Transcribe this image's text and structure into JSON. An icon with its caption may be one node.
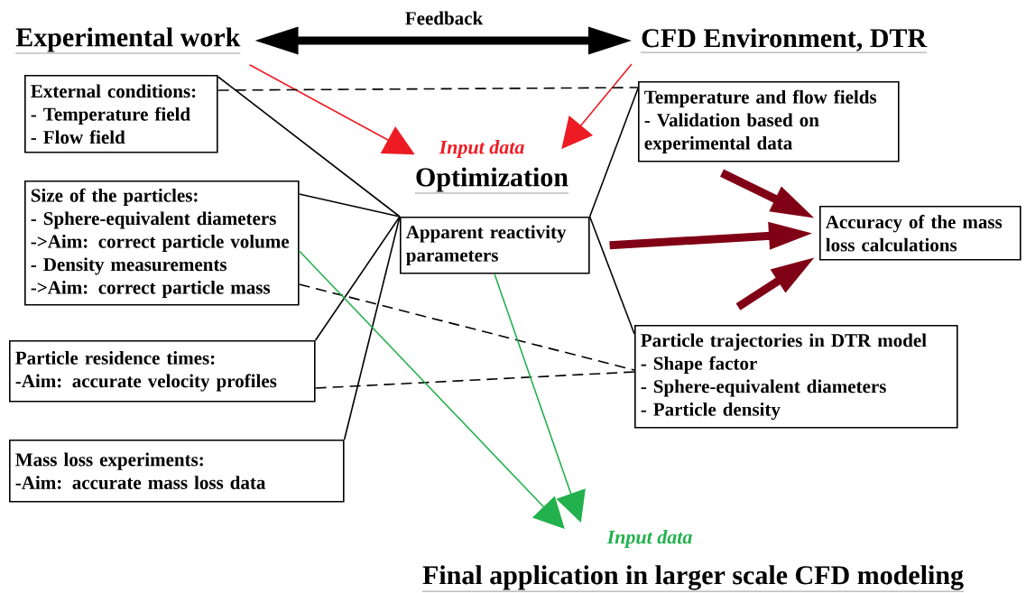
{
  "diagram": {
    "nodes": [
      {
        "text": [
          "Experimental work"
        ]
      },
      {
        "text": [
          "CFD Environment, DTR"
        ]
      },
      {
        "text": [
          "External conditions:",
          "- Temperature field",
          "- Flow field"
        ]
      },
      {
        "text": [
          "Size of the particles:",
          "- Sphere-equivalent diameters",
          "->Aim: correct particle volume",
          "- Density measurements",
          "->Aim: correct particle mass"
        ]
      },
      {
        "text": [
          "Particle residence times:",
          "-Aim: accurate velocity profiles"
        ]
      },
      {
        "text": [
          "Mass loss experiments:",
          "-Aim: accurate mass loss data"
        ]
      },
      {
        "text": [
          "Optimization",
          "Apparent reactivity parameters"
        ],
        "beside": [
          "Input data"
        ]
      },
      {
        "text": [
          "Temperature and flow fields",
          "- Validation based on experimental data"
        ]
      },
      {
        "text": [
          "Accuracy of the mass loss calculations"
        ]
      },
      {
        "text": [
          "Particle trajectories in DTR model",
          "- Shape factor",
          "- Sphere-equivalent diameters",
          "- Particle density"
        ]
      },
      {
        "text": [
          "Final application in larger scale CFD modeling"
        ],
        "beside": [
          "Input data"
        ]
      }
    ],
    "edges": [
      {
        "from": 0,
        "to": 1,
        "arrow": "both",
        "label": "Feedback",
        "style": "thick"
      },
      {
        "from": 0,
        "to": 6,
        "arrow": "to",
        "color": "#ed1c24"
      },
      {
        "from": 1,
        "to": 6,
        "arrow": "to",
        "color": "#ed1c24"
      },
      {
        "from": 2,
        "to": 6,
        "arrow": "none"
      },
      {
        "from": 3,
        "to": 6,
        "arrow": "none"
      },
      {
        "from": 4,
        "to": 6,
        "arrow": "none"
      },
      {
        "from": 5,
        "to": 6,
        "arrow": "none"
      },
      {
        "from": 6,
        "to": 7,
        "arrow": "none"
      },
      {
        "from": 6,
        "to": 9,
        "arrow": "none"
      },
      {
        "from": 2,
        "to": 7,
        "arrow": "none",
        "style": "dashed"
      },
      {
        "from": 3,
        "to": 9,
        "arrow": "none",
        "style": "dashed"
      },
      {
        "from": 4,
        "to": 9,
        "arrow": "none",
        "style": "dashed"
      },
      {
        "from": 3,
        "to": 10,
        "arrow": "to",
        "color": "#22b14c"
      },
      {
        "from": 6,
        "to": 10,
        "arrow": "to",
        "color": "#22b14c"
      },
      {
        "from": 7,
        "to": 8,
        "arrow": "to",
        "style": "thick",
        "color": "#800015"
      },
      {
        "from": 6,
        "to": 8,
        "arrow": "to",
        "style": "thick",
        "color": "#800015"
      },
      {
        "from": 9,
        "to": 8,
        "arrow": "to",
        "style": "thick",
        "color": "#800015"
      }
    ]
  }
}
